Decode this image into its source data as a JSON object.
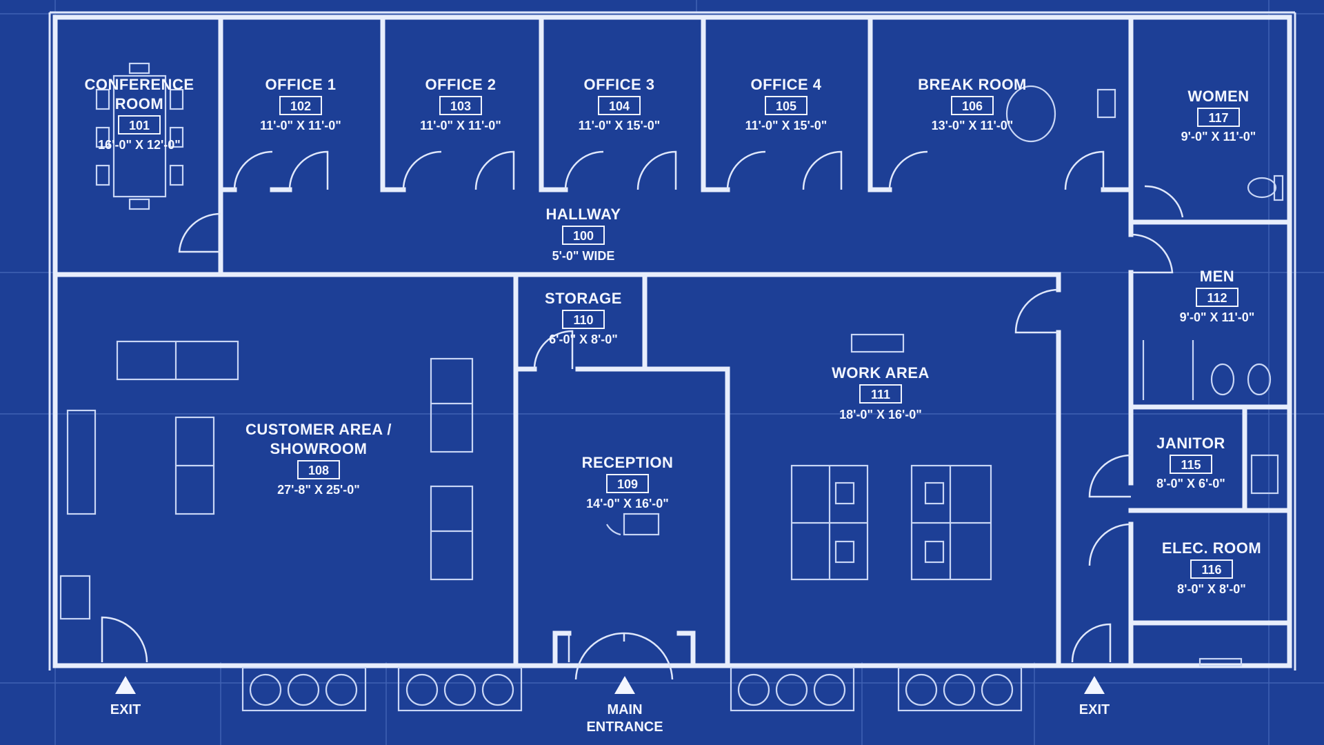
{
  "rooms": [
    {
      "id": "conference",
      "name": "CONFERENCE",
      "name2": "ROOM",
      "number": "101",
      "dims": "16'-0\" X 12'-0\""
    },
    {
      "id": "office1",
      "name": "OFFICE 1",
      "number": "102",
      "dims": "11'-0\" X 11'-0\""
    },
    {
      "id": "office2",
      "name": "OFFICE 2",
      "number": "103",
      "dims": "11'-0\" X 11'-0\""
    },
    {
      "id": "office3",
      "name": "OFFICE 3",
      "number": "104",
      "dims": "11'-0\" X 15'-0\""
    },
    {
      "id": "office4",
      "name": "OFFICE 4",
      "number": "105",
      "dims": "11'-0\" X 15'-0\""
    },
    {
      "id": "breakroom",
      "name": "BREAK ROOM",
      "number": "106",
      "dims": "13'-0\" X 11'-0\""
    },
    {
      "id": "women",
      "name": "WOMEN",
      "number": "117",
      "dims": "9'-0\" X 11'-0\""
    },
    {
      "id": "hallway",
      "name": "HALLWAY",
      "number": "100",
      "dims": "5'-0\" WIDE"
    },
    {
      "id": "men",
      "name": "MEN",
      "number": "112",
      "dims": "9'-0\" X 11'-0\""
    },
    {
      "id": "storage",
      "name": "STORAGE",
      "number": "110",
      "dims": "6'-0\" X 8'-0\""
    },
    {
      "id": "workarea",
      "name": "WORK AREA",
      "number": "111",
      "dims": "18'-0\" X 16'-0\""
    },
    {
      "id": "customer",
      "name": "CUSTOMER AREA /",
      "name2": "SHOWROOM",
      "number": "108",
      "dims": "27'-8\" X 25'-0\""
    },
    {
      "id": "reception",
      "name": "RECEPTION",
      "number": "109",
      "dims": "14'-0\" X 16'-0\""
    },
    {
      "id": "janitor",
      "name": "JANITOR",
      "number": "115",
      "dims": "8'-0\" X 6'-0\""
    },
    {
      "id": "elec",
      "name": "ELEC. ROOM",
      "number": "116",
      "dims": "8'-0\" X 8'-0\""
    }
  ],
  "exits": [
    {
      "id": "exit-left",
      "label": "EXIT"
    },
    {
      "id": "main-entrance",
      "label": "MAIN",
      "label2": "ENTRANCE"
    },
    {
      "id": "exit-right",
      "label": "EXIT"
    }
  ],
  "colors": {
    "background": "#1d3f96",
    "lines": "#e8eefc"
  }
}
